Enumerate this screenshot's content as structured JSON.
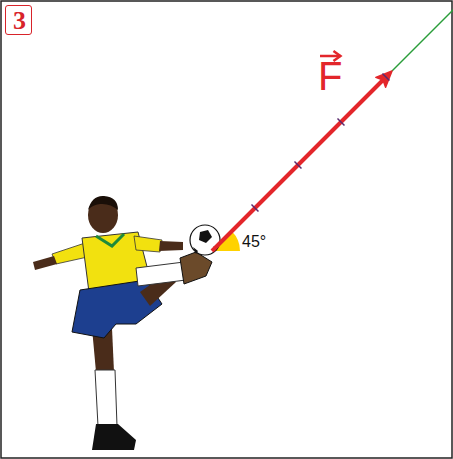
{
  "diagram": {
    "nodes": [
      {
        "text": [
          "3"
        ]
      }
    ],
    "labels": [
      "F",
      "45°"
    ]
  }
}
